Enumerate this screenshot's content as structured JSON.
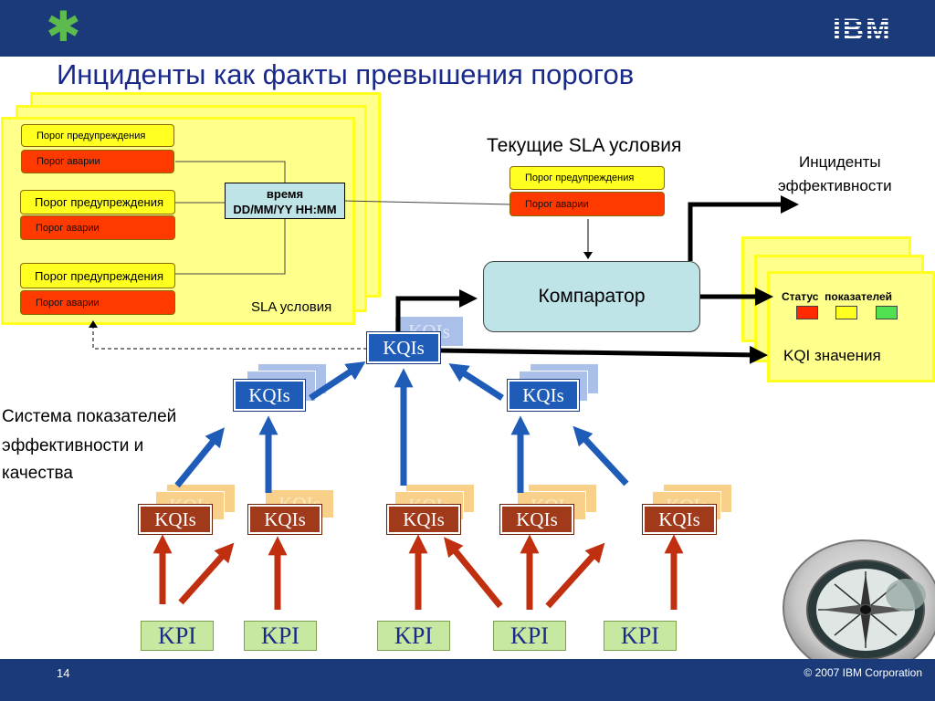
{
  "header": {
    "title": "Инциденты как факты превышения порогов",
    "logo_text": "IBM",
    "star_icon": "asterisk-icon"
  },
  "footer": {
    "slide_number": "14",
    "copyright": "© 2007 IBM Corporation"
  },
  "left_panel": {
    "warning_threshold_1": "Порог предупреждения",
    "alarm_threshold_1": "Порог аварии",
    "warning_threshold_2": "Порог предупреждения",
    "alarm_threshold_2": "Порог аварии",
    "warning_threshold_3": "Порог предупреждения",
    "alarm_threshold_3": "Порог аварии",
    "time_label": "время",
    "time_format": "DD/MM/YY HH:MM",
    "caption": "SLA условия"
  },
  "current_sla": {
    "title": "Текущие SLA условия",
    "warning_threshold": "Порог предупреждения",
    "alarm_threshold": "Порог аварии"
  },
  "comparator": {
    "label": "Компаратор"
  },
  "incidents": {
    "line1": "Инциденты",
    "line2": "эффективности"
  },
  "right_panel": {
    "status_label": "Статус  показателей",
    "kqi_values": "KQI значения",
    "status_colors": [
      "#ff2a00",
      "#ffff20",
      "#50e050"
    ]
  },
  "system_label": {
    "line1": "Система показателей",
    "line2": "эффективности и",
    "line3": "качества"
  },
  "nodes": {
    "kqi_top": "KQIs",
    "kqi_mid_left": "KQIs",
    "kqi_mid_right": "KQIs",
    "kqi_low": [
      "KQIs",
      "KQIs",
      "KQIs",
      "KQIs",
      "KQIs"
    ],
    "kpi": [
      "KPI",
      "KPI",
      "KPI",
      "KPI",
      "KPI"
    ]
  },
  "colors": {
    "accent_blue": "#1e5cb8",
    "kqi_brown": "#a03a1a",
    "arrow_red": "#c03010",
    "header_bg": "#1a3a7a"
  }
}
